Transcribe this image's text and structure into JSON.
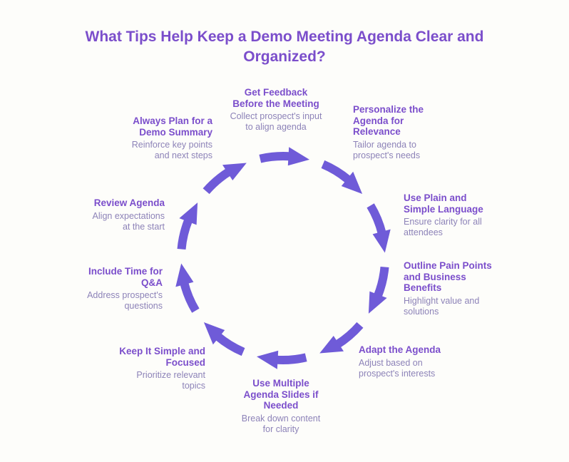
{
  "page": {
    "title": "What Tips Help Keep a Demo Meeting Agenda Clear and Organized?"
  },
  "colors": {
    "accent_purple": "#7b4ecb",
    "arrow_purple": "#6f5bd8",
    "muted_text": "#8d83b8",
    "background": "#fdfdfa"
  },
  "cycle": {
    "type": "circular-flow",
    "direction": "clockwise",
    "items": [
      {
        "title": "Get Feedback Before the Meeting",
        "description": "Collect prospect's input to align agenda"
      },
      {
        "title": "Personalize the Agenda for Relevance",
        "description": "Tailor agenda to prospect's needs"
      },
      {
        "title": "Use Plain and Simple Language",
        "description": "Ensure clarity for all attendees"
      },
      {
        "title": "Outline Pain Points and Business Benefits",
        "description": "Highlight value and solutions"
      },
      {
        "title": "Adapt the Agenda",
        "description": "Adjust based on prospect's interests"
      },
      {
        "title": "Use Multiple Agenda Slides if Needed",
        "description": "Break down content for clarity"
      },
      {
        "title": "Keep It Simple and Focused",
        "description": "Prioritize relevant topics"
      },
      {
        "title": "Include Time for Q&A",
        "description": "Address prospect's questions"
      },
      {
        "title": "Review Agenda",
        "description": "Align expectations at the start"
      },
      {
        "title": "Always Plan for a Demo Summary",
        "description": "Reinforce key points and next steps"
      }
    ]
  }
}
